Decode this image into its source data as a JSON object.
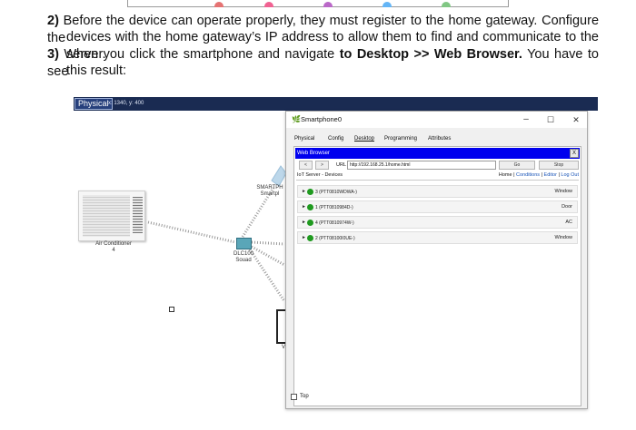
{
  "top_strip_colors": [
    "#e57373",
    "#f06292",
    "#ba68c8",
    "#64b5f6",
    "#81c784"
  ],
  "instructions": [
    {
      "num": "2)",
      "line1": "Before the device can operate properly, they must register to the home gateway. Configure the",
      "line2": "devices with the home gateway’s IP address to allow them to find and communicate to the server."
    },
    {
      "num": "3)",
      "line1_a": "When you click the smartphone and navigate ",
      "line1_bold": "to Desktop >> Web Browser.",
      "line1_b": " You have to see",
      "line2": "this result:"
    }
  ],
  "workspace": {
    "mode_label": "Physical",
    "coords": "x: 1340, y: 400",
    "devices": [
      {
        "label": "Air Conditioner\n4"
      },
      {
        "label": "DLC100\nSouad"
      },
      {
        "label": "SMARTPH\nSmartpl"
      }
    ],
    "partial_label": "V"
  },
  "window": {
    "title": "Smartphone0",
    "icon": "packet-tracer-icon",
    "controls": {
      "minimize": "–",
      "maximize": "☐",
      "close": "✕"
    },
    "tabs": [
      "Physical",
      "Config",
      "Desktop",
      "Programming",
      "Attributes"
    ],
    "active_tab": "Desktop",
    "browser": {
      "title": "Web Browser",
      "close": "X",
      "back": "<",
      "forward": ">",
      "url_label": "URL",
      "url": "http://192.168.25.1/home.html",
      "go": "Go",
      "stop": "Stop"
    },
    "iot": {
      "title": "IoT Server - Devices",
      "links": [
        "Home",
        "Conditions",
        "Editor",
        "Log Out"
      ],
      "devices": [
        {
          "name": "3 (PTT0810WDWA-)",
          "type": "Window"
        },
        {
          "name": "1 (PTT0810984D-)",
          "type": "Door"
        },
        {
          "name": "4 (PTT0810974W-)",
          "type": "AC"
        },
        {
          "name": "2 (PTT08100I0UE-)",
          "type": "Window"
        }
      ]
    },
    "top_label": "Top"
  }
}
